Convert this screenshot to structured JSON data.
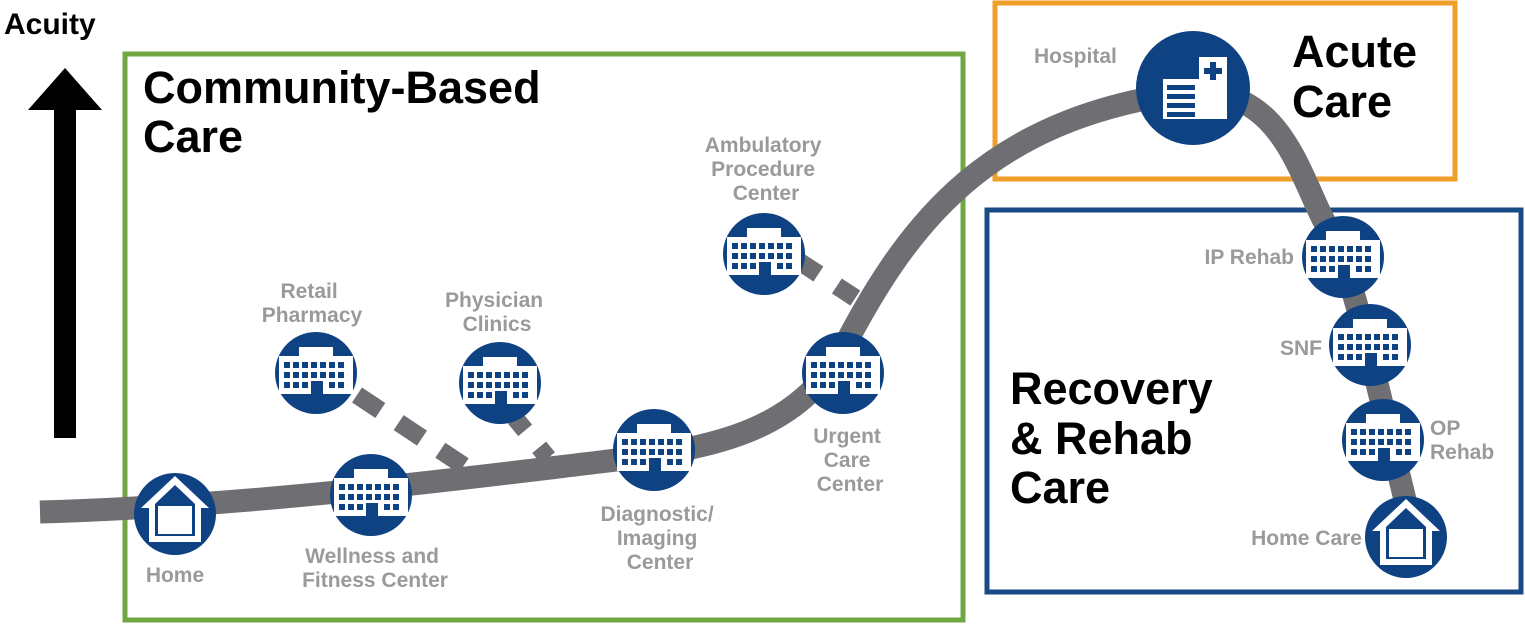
{
  "axis": {
    "label": "Acuity"
  },
  "colors": {
    "path": "#6f6f73",
    "node_fill": "#0f4282",
    "community_border": "#70a743",
    "acute_border": "#ef9f2a",
    "recovery_border": "#194a85",
    "label_gray": "#9a9a9a"
  },
  "sections": {
    "community": {
      "title_lines": [
        "Community-Based",
        "Care"
      ]
    },
    "acute": {
      "title_lines": [
        "Acute",
        "Care"
      ]
    },
    "recovery": {
      "title_lines": [
        "Recovery",
        "& Rehab",
        "Care"
      ]
    }
  },
  "nodes": [
    {
      "id": "home",
      "icon": "house-icon",
      "label_lines": [
        "Home"
      ]
    },
    {
      "id": "retail-pharmacy",
      "icon": "building-icon",
      "label_lines": [
        "Retail",
        "Pharmacy"
      ]
    },
    {
      "id": "wellness",
      "icon": "building-icon",
      "label_lines": [
        "Wellness and",
        "Fitness Center"
      ]
    },
    {
      "id": "physician-clinics",
      "icon": "building-icon",
      "label_lines": [
        "Physician",
        "Clinics"
      ]
    },
    {
      "id": "diagnostic",
      "icon": "building-icon",
      "label_lines": [
        "Diagnostic/",
        "Imaging",
        "Center"
      ]
    },
    {
      "id": "ambulatory",
      "icon": "building-icon",
      "label_lines": [
        "Ambulatory",
        "Procedure",
        "Center"
      ]
    },
    {
      "id": "urgent-care",
      "icon": "building-icon",
      "label_lines": [
        "Urgent",
        "Care",
        "Center"
      ]
    },
    {
      "id": "hospital",
      "icon": "hospital-icon",
      "label_lines": [
        "Hospital"
      ]
    },
    {
      "id": "ip-rehab",
      "icon": "building-icon",
      "label_lines": [
        "IP Rehab"
      ]
    },
    {
      "id": "snf",
      "icon": "building-icon",
      "label_lines": [
        "SNF"
      ]
    },
    {
      "id": "op-rehab",
      "icon": "building-icon",
      "label_lines": [
        "OP",
        "Rehab"
      ]
    },
    {
      "id": "home-care",
      "icon": "house-icon",
      "label_lines": [
        "Home Care"
      ]
    }
  ]
}
